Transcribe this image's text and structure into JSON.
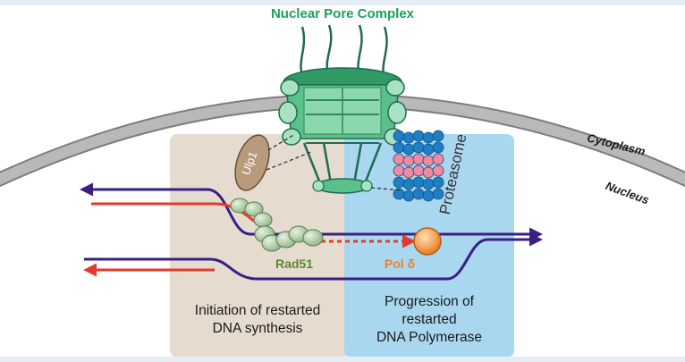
{
  "title": "Nuclear Pore Complex",
  "regions": {
    "outer": "Cytoplasm",
    "inner": "Nucleus"
  },
  "complexes": {
    "proteasome": "Proteasome",
    "ulp1": "Ulp1"
  },
  "proteins": {
    "rad51": "Rad51",
    "pol_delta": "Pol δ"
  },
  "panels": {
    "left_caption": [
      "Initiation of restarted",
      "DNA synthesis"
    ],
    "right_caption": [
      "Progression of",
      "restarted",
      "DNA Polymerase"
    ]
  },
  "colors": {
    "title_green": "#16a35a",
    "npc_green": "#3fae72",
    "membrane_gray": "#9a9a9a",
    "left_panel": "#e5dbcf",
    "right_panel": "#a9d7f0",
    "dna_strand": "#3a1f84",
    "new_strand": "#e23b2e",
    "rad51_fill": "#a9c9a0",
    "rad51_label": "#5a8a2e",
    "pol_fill": "#f4a45c",
    "pol_label": "#e8832a",
    "ulp1_fill": "#b89a7c",
    "proteasome_blue": "#1f7fc4",
    "proteasome_pink": "#f08aa0"
  }
}
